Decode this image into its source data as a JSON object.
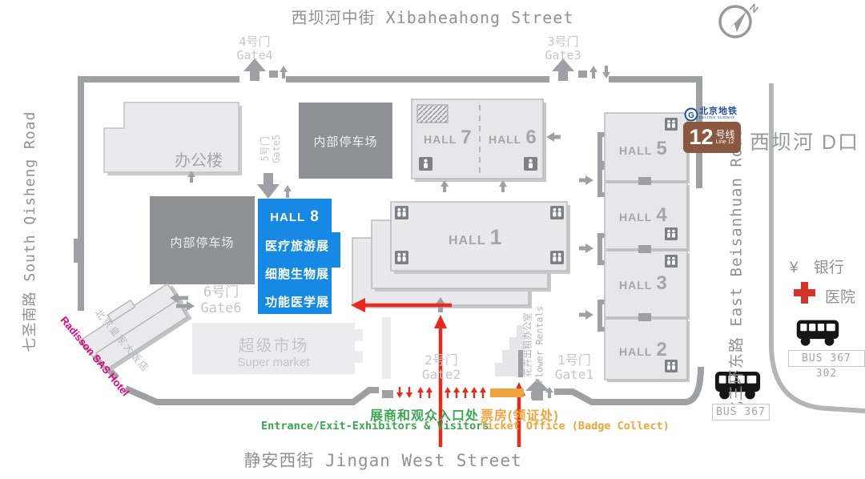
{
  "streets": {
    "top": "西坝河中街 Xibaheahong Street",
    "bottom": "静安西街 Jingan West Street",
    "left": "七圣南路 South Qisheng Road",
    "right": "北三环东路 East Beisanhuan Road"
  },
  "gates": {
    "g1": {
      "cn": "1号门",
      "en": "Gate1"
    },
    "g2": {
      "cn": "2号门",
      "en": "Gate2"
    },
    "g3": {
      "cn": "3号门",
      "en": "Gate3"
    },
    "g4": {
      "cn": "4号门",
      "en": "Gate4"
    },
    "g5": {
      "cn": "5号门",
      "en": "Gate5"
    },
    "g6": {
      "cn": "6号门",
      "en": "Gate6"
    }
  },
  "halls": {
    "word": "HALL",
    "n1": "1",
    "n2": "2",
    "n3": "3",
    "n4": "4",
    "n5": "5",
    "n6": "6",
    "n7": "7"
  },
  "hall8": {
    "word": "HALL",
    "num": "8",
    "lines": [
      "医疗旅游展",
      "细胞生物展",
      "功能医学展"
    ]
  },
  "buildings": {
    "office": "办公楼",
    "parking": "内部停车场",
    "supermarket_cn": "超级市场",
    "supermarket_en": "Super market",
    "hotel_en": "Radisson SAS Hotel",
    "hotel_cn": "北京皇家大饭店"
  },
  "subway": {
    "logo_letter": "G",
    "brand_cn": "北京地铁",
    "brand_en": "BEIJING SUBWAY",
    "line_num": "12",
    "line_suffix": "号线",
    "line_en": "Line 12",
    "station": "西坝河 D口"
  },
  "poi": {
    "bank_symbol": "¥",
    "bank": "银行",
    "hospital": "医院",
    "bus_routes_1": "BUS 367 302",
    "bus_routes_2": "BUS 367",
    "flower_cn": "花卉出租办公室",
    "flower_en": "Flower Rentals"
  },
  "notices": {
    "entrance_cn": "展商和观众入口处",
    "entrance_en": "Entrance/Exit-Exhibitors & Visitors",
    "ticket_cn": "票房(领证处)",
    "ticket_en": "Ticket Office (Badge Collect)"
  },
  "compass": {
    "label": "N"
  },
  "colors": {
    "accent_blue": "#1589e4",
    "line12_brown": "#8a5740",
    "red_arrow": "#e8291c",
    "green": "#3aa84e",
    "orange": "#f0a43c",
    "pink": "#e4007f",
    "subway_blue": "#1f50a0",
    "wall_gray": "#9ea0a3"
  }
}
